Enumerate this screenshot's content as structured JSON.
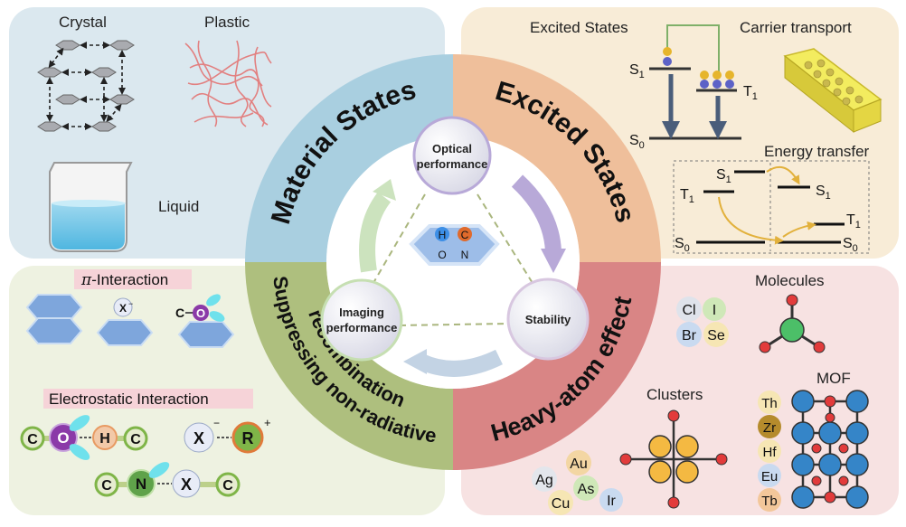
{
  "quadrants": {
    "material": {
      "title": "Material States",
      "items": [
        "Crystal",
        "Plastic",
        "Liquid"
      ],
      "color": "#dbe8ef"
    },
    "excited": {
      "title": "Excited States",
      "items": [
        "Excited States",
        "Carrier transport",
        "Energy transfer"
      ],
      "levels": {
        "s1": "S",
        "t1": "T",
        "s0": "S",
        "sub1": "1",
        "sub0": "0"
      },
      "color": "#f8ecd7"
    },
    "heavy": {
      "title": "Heavy-atom effect",
      "items": [
        "Molecules",
        "Clusters",
        "MOF"
      ],
      "halogens": [
        "Cl",
        "I",
        "Br",
        "Se"
      ],
      "cluster_metals": [
        "Au",
        "Ag",
        "As",
        "Cu",
        "Ir"
      ],
      "mof_metals": [
        "Th",
        "Zr",
        "Hf",
        "Eu",
        "Tb"
      ],
      "color": "#f7e2e2"
    },
    "suppress": {
      "title_line1": "Suppressing non-radiative",
      "title_line2": "recombination",
      "pi_label": "-Interaction",
      "pi_symbol": "π",
      "electrostatic": "Electrostatic Interaction",
      "atoms": {
        "c": "C",
        "o": "O",
        "h": "H",
        "n": "N",
        "x": "X",
        "r": "R",
        "minus": "−",
        "plus": "+"
      },
      "color": "#eef2e1"
    }
  },
  "center": {
    "optical_line1": "Optical",
    "optical_line2": "performance",
    "stability": "Stability",
    "imaging_line1": "Imaging",
    "imaging_line2": "performance",
    "atoms": [
      "H",
      "C",
      "O",
      "N"
    ]
  }
}
